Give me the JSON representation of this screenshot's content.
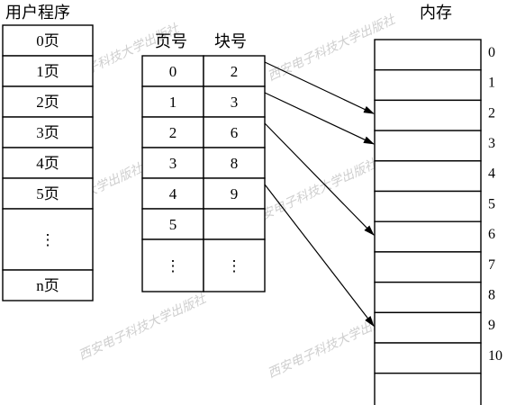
{
  "user_program": {
    "title": "用户程序",
    "pages": [
      "0页",
      "1页",
      "2页",
      "3页",
      "4页",
      "5页",
      "⋮",
      "n页"
    ]
  },
  "page_table": {
    "header_page": "页号",
    "header_block": "块号",
    "rows": [
      {
        "page": "0",
        "block": "2"
      },
      {
        "page": "1",
        "block": "3"
      },
      {
        "page": "2",
        "block": "6"
      },
      {
        "page": "3",
        "block": "8"
      },
      {
        "page": "4",
        "block": "9"
      },
      {
        "page": "5",
        "block": ""
      },
      {
        "page": "⋮",
        "block": "⋮"
      }
    ]
  },
  "memory": {
    "title": "内存",
    "blocks": [
      "0",
      "1",
      "2",
      "3",
      "4",
      "5",
      "6",
      "7",
      "8",
      "9",
      "10"
    ]
  },
  "mapping": [
    {
      "from_row": 0,
      "to_block": 2
    },
    {
      "from_row": 1,
      "to_block": 3
    },
    {
      "from_row": 2,
      "to_block": 6
    },
    {
      "from_row": 4,
      "to_block": 9
    }
  ],
  "watermark": "西安电子科技大学出版社"
}
